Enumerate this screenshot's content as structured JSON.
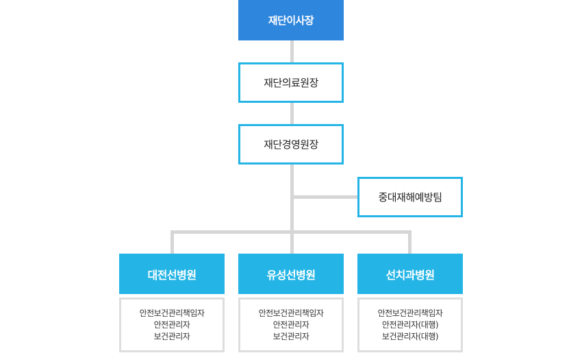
{
  "colors": {
    "top": "#2f86dd",
    "accent": "#24b5e6",
    "connector": "#d6d6d6",
    "role_border": "#dedede"
  },
  "chairman": "재단이사장",
  "medical_director": "재단의료원장",
  "management_director": "재단경영원장",
  "safety_team": "중대재해예방팀",
  "hospitals": [
    {
      "name": "대전선병원",
      "roles": [
        "안전보건관리책임자",
        "안전관리자",
        "보건관리자"
      ]
    },
    {
      "name": "유성선병원",
      "roles": [
        "안전보건관리책임자",
        "안전관리자",
        "보건관리자"
      ]
    },
    {
      "name": "선치과병원",
      "roles": [
        "안전보건관리책임자",
        "안전관리자(대행)",
        "보건관리자(대행)"
      ]
    }
  ]
}
